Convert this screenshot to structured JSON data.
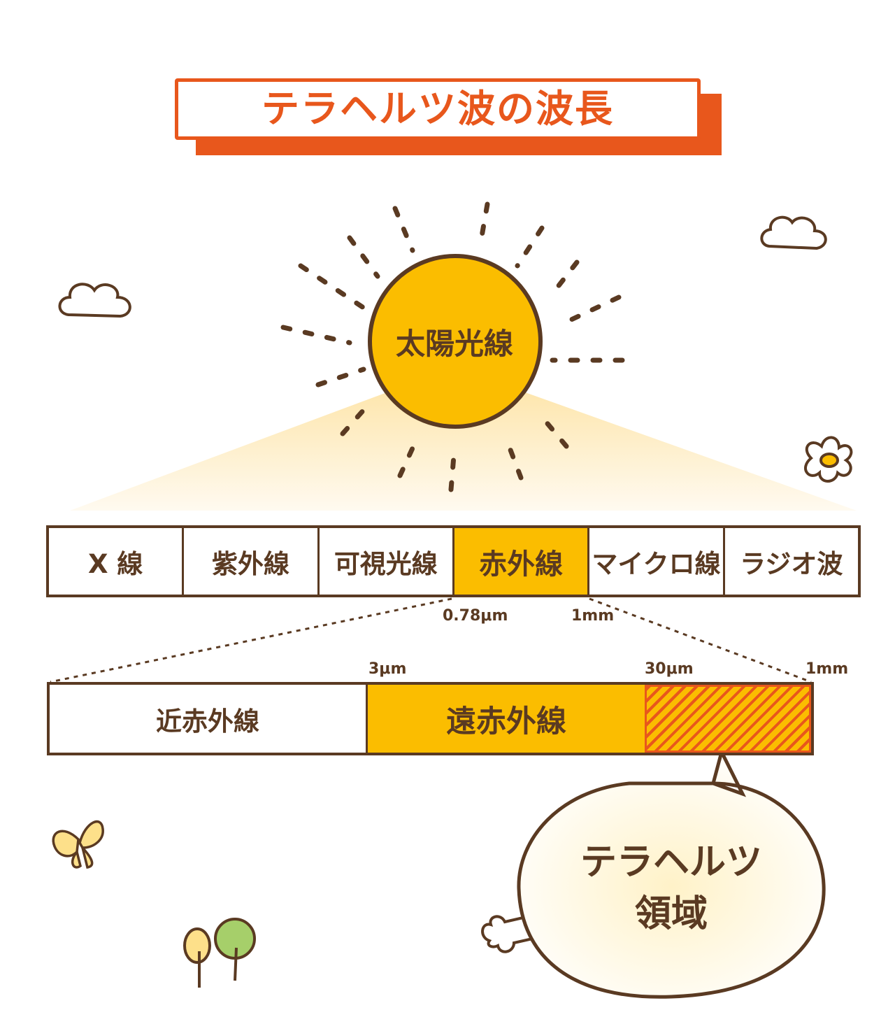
{
  "title": "テラヘルツ波の波長",
  "sun": {
    "label": "太陽光線"
  },
  "spectrum": {
    "bands": [
      "X 線",
      "紫外線",
      "可視光線",
      "赤外線",
      "マイクロ線",
      "ラジオ波"
    ],
    "highlighted": "赤外線",
    "ir_start": "0.78μm",
    "ir_end": "1mm"
  },
  "infrared": {
    "near_label": "近赤外線",
    "far_label": "遠赤外線",
    "tick_3um": "3μm",
    "tick_30um": "30μm",
    "tick_1mm": "1mm"
  },
  "callout": {
    "line1": "テラヘルツ",
    "line2": "領域"
  },
  "colors": {
    "accent": "#e8571c",
    "sun": "#fbbd00",
    "ink": "#5a3a22",
    "glow": "#fde8a8"
  }
}
